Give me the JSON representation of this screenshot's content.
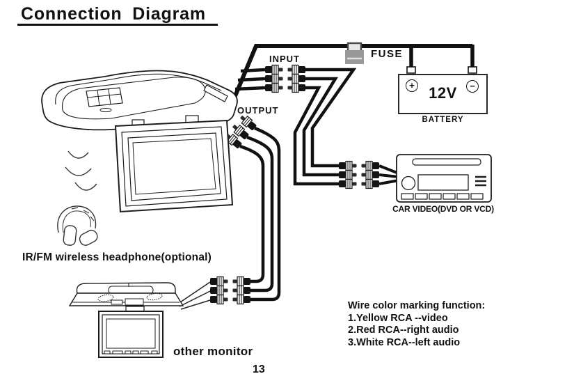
{
  "title": "Connection Diagram",
  "page_number": "13",
  "diagram": {
    "labels": {
      "input": "INPUT",
      "output": "OUTPUT",
      "fuse": "FUSE",
      "battery_voltage": "12V",
      "battery": "BATTERY",
      "positive": "+",
      "negative": "−",
      "car_video": "CAR VIDEO(DVD OR VCD)",
      "headphone": "IR/FM wireless headphone(optional)",
      "other_monitor": "other monitor"
    },
    "notes": {
      "heading": "Wire color marking function:",
      "items": [
        "1.Yellow RCA --video",
        "2.Red RCA--right audio",
        "3.White RCA--left audio"
      ]
    },
    "components": [
      "roof-mount-flip-down-monitor",
      "ir-signal-waves",
      "wireless-headphone",
      "fuse",
      "12v-battery",
      "car-video-head-unit",
      "other-monitor",
      "rca-connectors"
    ],
    "colors": {
      "line": "#111111",
      "fuse_body": "#999999",
      "fuse_cap": "#e8e8e8",
      "connector": "#141414",
      "background": "#ffffff"
    }
  }
}
